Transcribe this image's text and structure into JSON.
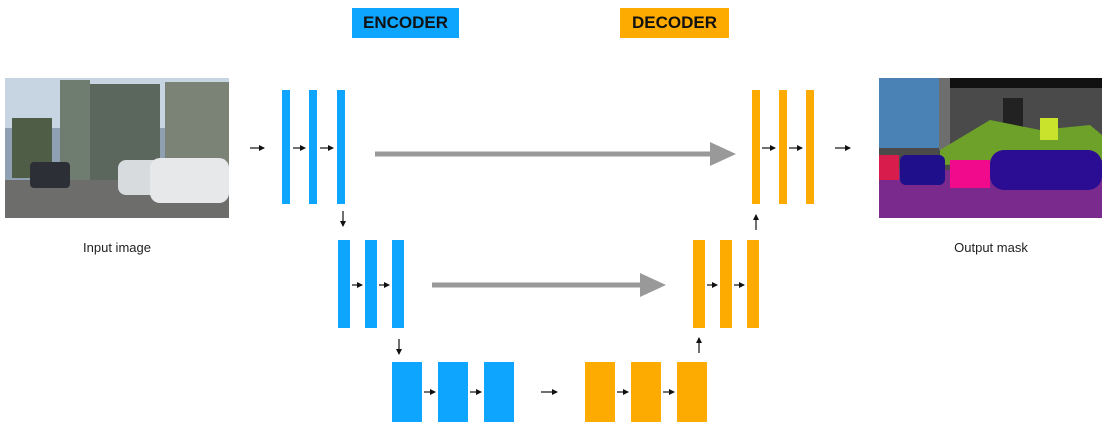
{
  "titles": {
    "encoder": "ENCODER",
    "decoder": "DECODER"
  },
  "captions": {
    "input": "Input image",
    "output": "Output mask"
  },
  "colors": {
    "encoder": "#0ea5ff",
    "decoder": "#fdab00",
    "skip_arrow": "#999999",
    "small_arrow": "#111111"
  },
  "images": {
    "input": "street-scene-photo",
    "output": "semantic-segmentation-mask"
  }
}
